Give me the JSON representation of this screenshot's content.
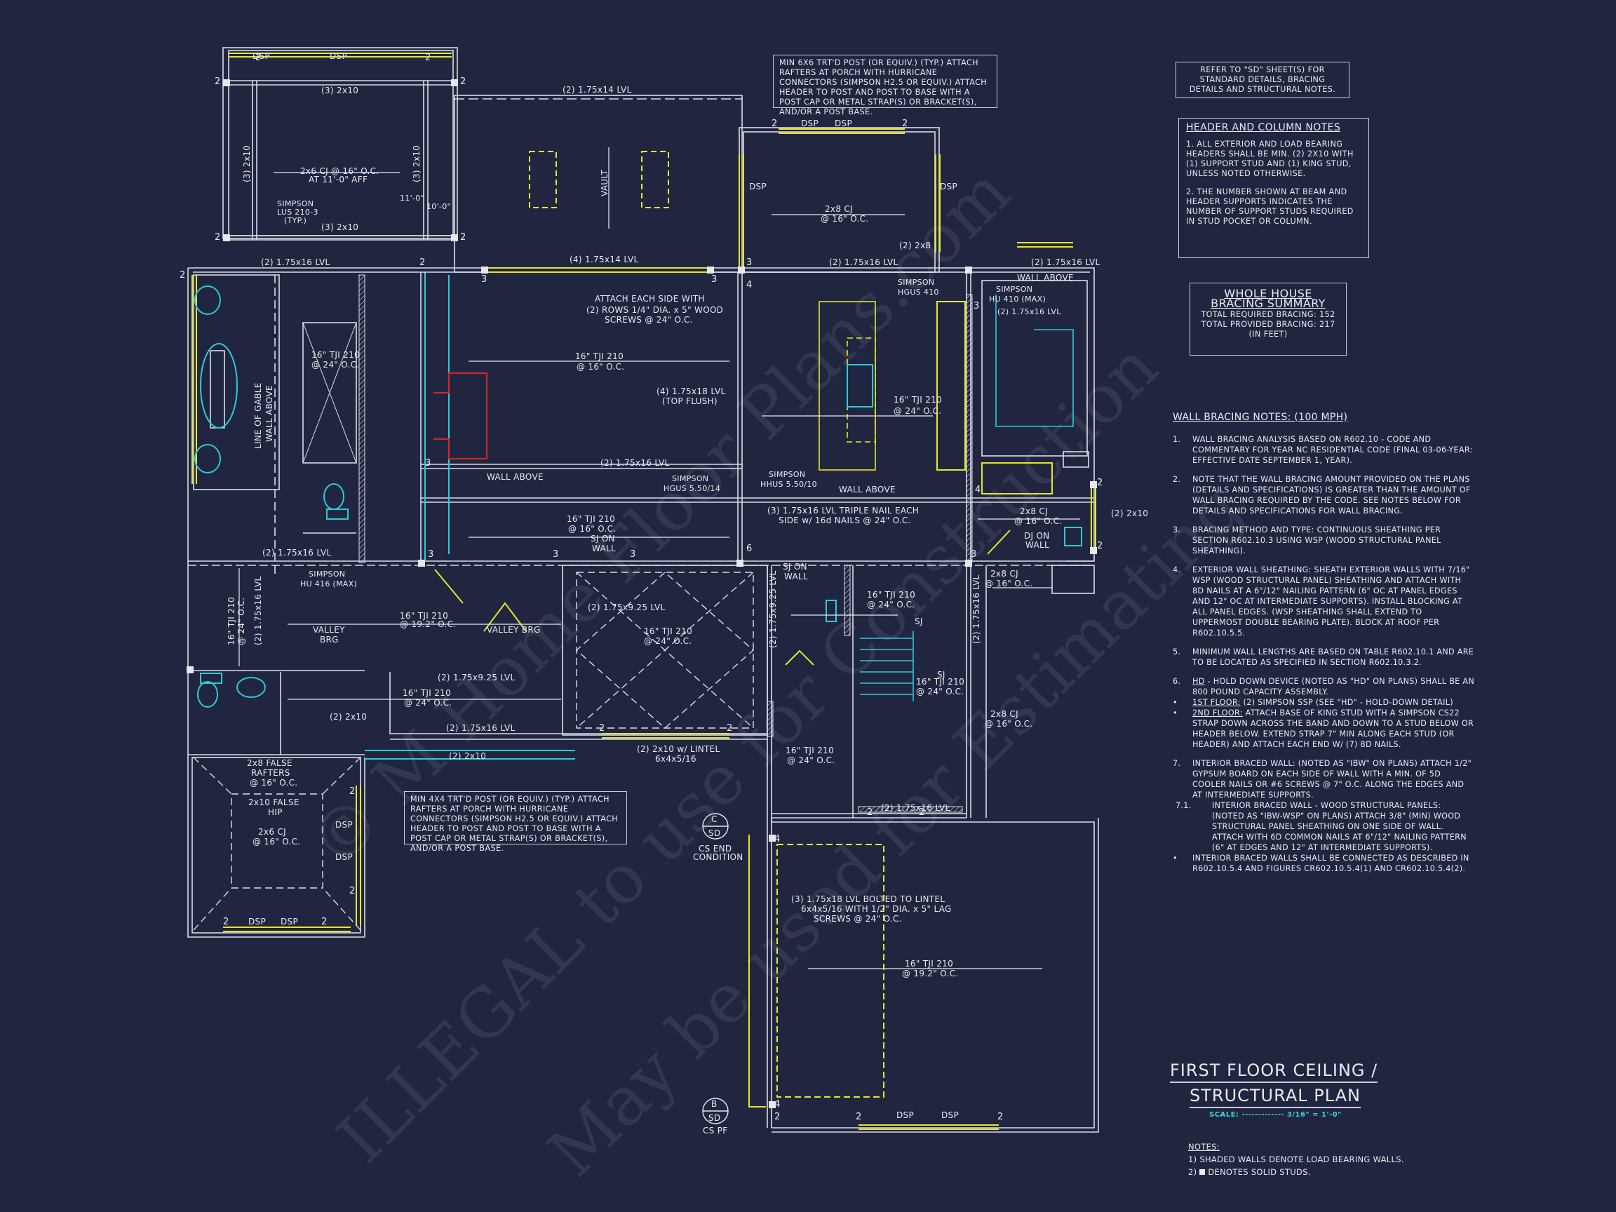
{
  "sheet": {
    "title_line1": "FIRST FLOOR CEILING /",
    "title_line2": "STRUCTURAL PLAN",
    "scale": "SCALE: ------------- 3/16\" = 1'-0\"",
    "notes_header": "NOTES:",
    "notes": [
      "1) SHADED WALLS DENOTE LOAD BEARING WALLS.",
      "DENOTES SOLID STUDS."
    ],
    "notes_prefix_2": "2)"
  },
  "refer_box": {
    "text": "REFER TO \"SD\" SHEET(S) FOR STANDARD DETAILS, BRACING DETAILS AND STRUCTURAL NOTES."
  },
  "header_column_notes": {
    "title": "HEADER AND COLUMN NOTES",
    "items": [
      "1. ALL EXTERIOR AND LOAD BEARING HEADERS SHALL BE MIN. (2) 2x10 WITH (1) SUPPORT STUD AND (1) KING STUD, UNLESS NOTED OTHERWISE.",
      "2. THE NUMBER SHOWN AT BEAM AND HEADER SUPPORTS INDICATES THE NUMBER OF SUPPORT STUDS REQUIRED IN STUD POCKET OR COLUMN."
    ]
  },
  "bracing_summary": {
    "title_line1": "WHOLE HOUSE",
    "title_line2": "BRACING SUMMARY",
    "required": "TOTAL REQUIRED BRACING: 152",
    "provided": "TOTAL PROVIDED BRACING: 217",
    "unit": "(IN FEET)"
  },
  "wall_bracing_notes": {
    "title": "WALL BRACING NOTES: (100 MPH)",
    "items": [
      {
        "num": "1.",
        "text": "WALL BRACING ANALYSIS BASED ON R602.10 - CODE AND COMMENTARY FOR YEAR NC RESIDENTIAL CODE (FINAL 03-06-YEAR: EFFECTIVE DATE SEPTEMBER 1, YEAR)."
      },
      {
        "num": "2.",
        "text": "NOTE THAT THE WALL BRACING AMOUNT PROVIDED ON THE PLANS (DETAILS AND SPECIFICATIONS) IS GREATER THAN THE AMOUNT OF WALL BRACING REQUIRED BY THE CODE. SEE NOTES BELOW FOR DETAILS AND SPECIFICATIONS FOR WALL BRACING."
      },
      {
        "num": "3.",
        "text": "BRACING METHOD AND TYPE: CONTINUOUS SHEATHING PER SECTION R602.10.3 USING WSP (WOOD STRUCTURAL PANEL SHEATHING)."
      },
      {
        "num": "4.",
        "text": "EXTERIOR WALL SHEATHING: SHEATH EXTERIOR WALLS WITH 7/16\" WSP (WOOD STRUCTURAL PANEL) SHEATHING AND ATTACH WITH 8d NAILS AT A 6\"/12\" NAILING PATTERN (6\" OC AT PANEL EDGES AND 12\" OC AT INTERMEDIATE SUPPORTS). INSTALL BLOCKING AT ALL PANEL EDGES. (WSP SHEATHING SHALL EXTEND TO UPPERMOST DOUBLE BEARING PLATE). BLOCK AT ROOF PER R602.10.5.5."
      },
      {
        "num": "5.",
        "text": "MINIMUM WALL LENGTHS ARE BASED ON TABLE R602.10.1 AND ARE TO BE LOCATED AS SPECIFIED IN SECTION R602.10.3.2."
      },
      {
        "num": "6.",
        "label": "HD",
        "text": " - HOLD DOWN DEVICE (NOTED AS \"HD\" ON PLANS) SHALL BE AN 800 POUND CAPACITY ASSEMBLY."
      },
      {
        "num": "•",
        "label": "1ST FLOOR:",
        "text": " (2) SIMPSON SSP (SEE \"HD\" - HOLD-DOWN DETAIL)"
      },
      {
        "num": "•",
        "label": "2ND FLOOR:",
        "text": " ATTACH BASE OF KING STUD WITH A SIMPSON CS22 STRAP DOWN ACROSS THE BAND AND DOWN TO A STUD BELOW OR HEADER BELOW. EXTEND STRAP 7\" MIN ALONG EACH STUD (OR HEADER) AND ATTACH EACH END W/ (7) 8d NAILS."
      },
      {
        "num": "7.",
        "text": "INTERIOR BRACED WALL: (NOTED AS \"IBW\" ON PLANS) ATTACH 1/2\" GYPSUM BOARD ON EACH SIDE OF WALL WITH A MIN. OF 5d COOLER NAILS OR #6 SCREWS @ 7\" O.C. ALONG THE EDGES AND AT INTERMEDIATE SUPPORTS."
      },
      {
        "num": "7.1.",
        "text": "INTERIOR BRACED WALL - WOOD STRUCTURAL PANELS: (NOTED AS \"IBW-WSP\" ON PLANS) ATTACH 3/8\" (MIN) WOOD STRUCTURAL PANEL SHEATHING ON ONE SIDE OF WALL. ATTACH WITH 6d COMMON NAILS AT 6\"/12\" NAILING PATTERN (6\" AT EDGES AND 12\" AT INTERMEDIATE SUPPORTS)."
      },
      {
        "num": "•",
        "text": "INTERIOR BRACED WALLS SHALL BE CONNECTED AS DESCRIBED IN R602.10.5.4 AND FIGURES CR602.10.5.4(1) AND CR602.10.5.4(2)."
      }
    ]
  },
  "callouts": {
    "post_top": "MIN 6x6 TRT'D POST (OR EQUIV.) (TYP.) ATTACH RAFTERS AT PORCH WITH HURRICANE CONNECTORS (SIMPSON H2.5 OR EQUIV.) ATTACH HEADER TO POST AND POST TO BASE WITH A POST CAP OR METAL STRAP(S) OR BRACKET(S), AND/OR A POST BASE.",
    "post_bottom": "MIN 4X4 TRT'D POST (OR EQUIV.) (TYP.) ATTACH RAFTERS AT PORCH WITH HURRICANE CONNECTORS (SIMPSON H2.5 OR EQUIV.) ATTACH HEADER TO POST AND POST TO BASE WITH A POST CAP OR METAL STRAP(S) OR BRACKET(S), AND/OR A POST BASE."
  },
  "plan_labels": {
    "porch_top_beam": "(3) 2x10",
    "porch_bot_beam": "(3) 2x10",
    "porch_left_beam": "(3) 2x10",
    "porch_right_beam": "(3) 2x10",
    "porch_cj_1": "2x6 CJ @ 16\" O.C.",
    "porch_cj_2": "AT 11'-0\" AFF",
    "simpson_lus_1": "SIMPSON",
    "simpson_lus_2": "LUS 210-3",
    "simpson_lus_3": "(TYP.)",
    "elev_11": "11'-0\"",
    "elev_10": "10'-0\"",
    "lvl_2_175x14": "(2) 1.75x14 LVL",
    "vault": "VAULT",
    "dsp": "DSP",
    "cj_2x8_1": "2x8 CJ",
    "cj_2x8_2": "@ 16\" O.C.",
    "lvl_4_175x14": "(4) 1.75x14 LVL",
    "lvl_2_175x16": "(2) 1.75x16 LVL",
    "two_2x8": "(2) 2x8",
    "simpson_hgus410_1": "SIMPSON",
    "simpson_hgus410_2": "HGUS 410",
    "simpson_hu410_1": "SIMPSON",
    "simpson_hu410_2": "HU 410 (MAX)",
    "wall_above": "WALL ABOVE",
    "attach_1": "ATTACH EACH SIDE WITH",
    "attach_2": "(2) ROWS 1/4\" DIA. x 5\" WOOD",
    "attach_3": "SCREWS @ 24\" O.C.",
    "tji_16": "16\" TJI 210",
    "oc_16": "@ 16\" O.C.",
    "oc_24": "@ 24\" O.C.",
    "oc_192": "@ 19.2\" O.C.",
    "lvl_4_175x18_1": "(4) 1.75x18 LVL",
    "lvl_4_175x18_2": "(TOP FLUSH)",
    "gable_1": "LINE OF GABLE",
    "gable_2": "WALL ABOVE",
    "simpson_hgus550_1": "SIMPSON",
    "simpson_hgus550_2": "HGUS 5.50/14",
    "simpson_hhus_1": "SIMPSON",
    "simpson_hhus_2": "HHUS 5.50/10",
    "triple_1": "(3) 1.75x16 LVL TRIPLE NAIL EACH",
    "triple_2": "SIDE w/ 16d NAILS @ 24\" O.C.",
    "sj_on_wall_1": "SJ ON",
    "sj_on_wall_2": "WALL",
    "dj_on_wall_1": "DJ ON",
    "dj_on_wall_2": "WALL",
    "two_2x10": "(2) 2x10",
    "simpson_hu416_1": "SIMPSON",
    "simpson_hu416_2": "HU 416 (MAX)",
    "valley_1": "VALLEY",
    "valley_2": "BRG",
    "valley_brg": "VALLEY BRG",
    "lvl_2_175x925": "(2) 1.75x9.25 LVL",
    "lintel_1": "(2) 2x10 w/ LINTEL",
    "lintel_2": "6x4x5/16",
    "sj": "SJ",
    "false_rafters_1": "2x8 FALSE",
    "false_rafters_2": "RAFTERS",
    "false_hip_1": "2x10 FALSE",
    "false_hip_2": "HIP",
    "cj_2x6": "2x6 CJ",
    "cs_end_1": "CS END",
    "cs_end_2": "CONDITION",
    "cs_pf": "CS PF",
    "tag_c": "C",
    "tag_b": "B",
    "tag_sd": "SD",
    "garage_1": "(3) 1.75x18 LVL BOLTED TO LINTEL",
    "garage_2": "6x4x5/16 WITH 1/2\" DIA. x 5\" LAG",
    "garage_3": "SCREWS @ 24\" O.C.",
    "lvl_2_175x16_v": "(2) 1.75x16 LVL",
    "lvl_2_175x925_v": "(2) 1.75x9.25 LVL"
  },
  "watermark": {
    "line1": "© M Home Floor Plans.com",
    "line2": "ILLEGAL to use for Construction",
    "line3": "May be used for Estimating"
  },
  "colors": {
    "background": "#212640",
    "wall": "#d9dce6",
    "yellow": "#e6e62a",
    "cyan": "#2fc9d6",
    "red": "#d4252a"
  }
}
